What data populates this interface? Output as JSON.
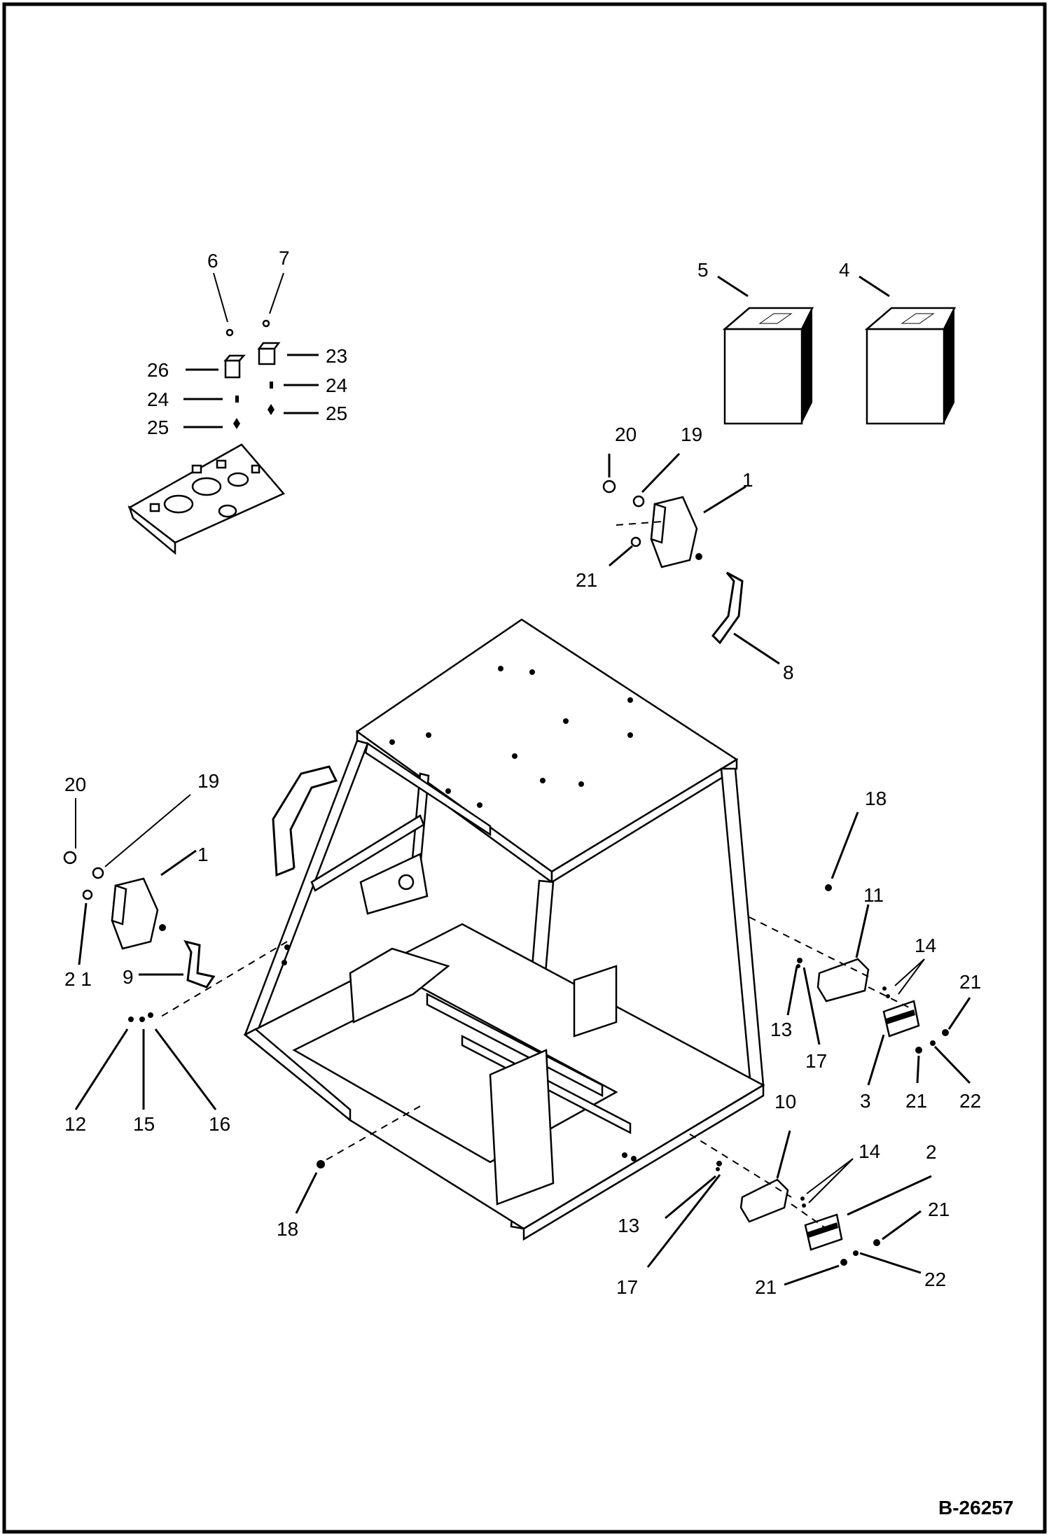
{
  "document_number": "B-26257",
  "callouts": {
    "c1a": "1",
    "c1b": "1",
    "c2": "2",
    "c3": "3",
    "c4": "4",
    "c5": "5",
    "c6": "6",
    "c7": "7",
    "c8": "8",
    "c9": "9",
    "c10": "10",
    "c11": "11",
    "c12": "12",
    "c13a": "13",
    "c13b": "13",
    "c14a": "14",
    "c14b": "14",
    "c15": "15",
    "c16": "16",
    "c17a": "17",
    "c17b": "17",
    "c18a": "18",
    "c18b": "18",
    "c19a": "19",
    "c19b": "19",
    "c20a": "20",
    "c20b": "20",
    "c21a": "21",
    "c21b": "2 1",
    "c21c": "21",
    "c21d": "21",
    "c21e": "21",
    "c21f": "21",
    "c22a": "22",
    "c22b": "22",
    "c23": "23",
    "c24a": "24",
    "c24b": "24",
    "c25a": "25",
    "c25b": "25",
    "c26": "26"
  }
}
